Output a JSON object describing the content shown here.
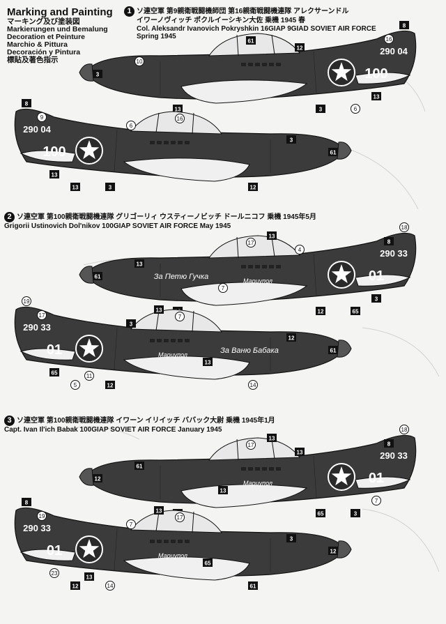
{
  "header": {
    "title": "Marking and Painting",
    "lines": [
      "マーキング及び塗装図",
      "Markierungen und Bemalung",
      "Decoration et Peinture",
      "Marchio & Pittura",
      "Decoración y Pintura",
      "標貼及著色指示"
    ]
  },
  "schemes": [
    {
      "badge": "1",
      "line1": "ソ連空軍 第9親衛戦闘機師団 第16親衛戦闘機連隊 アレクサーンドル",
      "line2": "イワーノヴィッチ ポクルイーシキン大佐 乗機 1945 春",
      "line3": "Col. Aleksandr Ivanovich Pokryshkin 16GIAP 9GIAD SOVIET AIR FORCE",
      "line4": "Spring 1945",
      "planes": [
        {
          "dir": "right",
          "code": "290 04",
          "num": "100",
          "slogan": "",
          "slogan2": "",
          "callouts": [
            "8",
            "16",
            "61",
            "12",
            "10",
            "3",
            "13",
            "3",
            "6",
            "13"
          ]
        },
        {
          "dir": "left",
          "code": "290 04",
          "num": "100",
          "slogan": "",
          "slogan2": "",
          "callouts": [
            "8",
            "9",
            "16",
            "6",
            "3",
            "61",
            "12",
            "3",
            "13",
            "13"
          ]
        }
      ]
    },
    {
      "badge": "2",
      "line1": "ソ連空軍 第100親衛戦闘機連隊 グリゴーリィ ウスティーノビッチ ドールニコフ 乗機 1945年5月",
      "line2": "Grigorii Ustinovich Dol'nikov 100GIAP SOVIET AIR FORCE May 1945",
      "line3": "",
      "line4": "",
      "planes": [
        {
          "dir": "right",
          "code": "290 33",
          "num": "01",
          "slogan": "За Петю Гучка",
          "slogan2": "Мариупол",
          "callouts": [
            "18",
            "8",
            "17",
            "4",
            "13",
            "61",
            "12",
            "12",
            "65",
            "3",
            "7",
            "13"
          ]
        },
        {
          "dir": "left",
          "code": "290 33",
          "num": "01",
          "slogan": "За Ваню Бабака",
          "slogan2": "Мариупол",
          "callouts": [
            "19",
            "17",
            "7",
            "3",
            "12",
            "61",
            "14",
            "12",
            "5",
            "65",
            "13",
            "13",
            "11"
          ]
        }
      ]
    },
    {
      "badge": "3",
      "line1": "ソ連空軍 第100親衛戦闘機連隊 イワーン イリイッチ ババック大尉 乗機 1945年1月",
      "line2": "Capt. Ivan Il'ich Babak 100GIAP SOVIET AIR FORCE January 1945",
      "line3": "",
      "line4": "",
      "planes": [
        {
          "dir": "right",
          "code": "290 33",
          "num": "01",
          "slogan": "",
          "slogan2": "Мариупол",
          "callouts": [
            "18",
            "8",
            "17",
            "13",
            "61",
            "12",
            "12",
            "65",
            "3",
            "7",
            "13",
            "13"
          ]
        },
        {
          "dir": "left",
          "code": "290 33",
          "num": "01",
          "slogan": "",
          "slogan2": "Мариупол",
          "callouts": [
            "8",
            "19",
            "17",
            "7",
            "3",
            "12",
            "61",
            "14",
            "12",
            "23",
            "65",
            "13",
            "13"
          ]
        }
      ]
    }
  ],
  "colors": {
    "paint": "#3b3b3b",
    "star": "#ffffff",
    "page": "#f4f4f2"
  }
}
